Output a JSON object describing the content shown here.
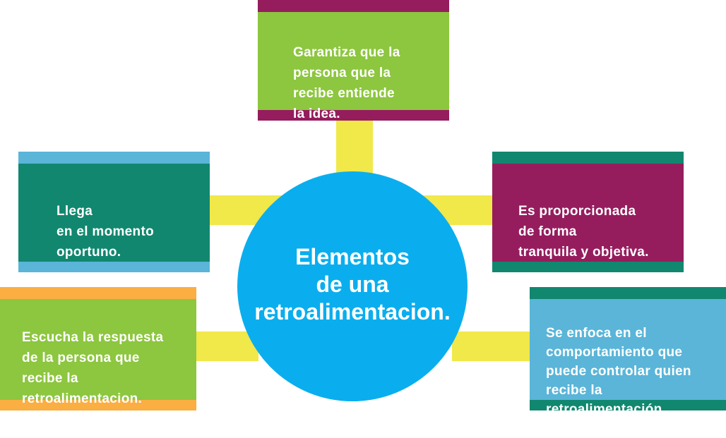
{
  "diagram": {
    "center": {
      "title": "Elementos\nde una\nretroalimentacion."
    },
    "boxes": {
      "top": {
        "text": "Garantiza que la\npersona que la\nrecibe entiende\nla idea.",
        "fill": "#8dc63f",
        "band": "#951d5e"
      },
      "left": {
        "text": "Llega\nen el momento\noportuno.",
        "fill": "#11876f",
        "band": "#5ab5d8"
      },
      "right": {
        "text": "Es proporcionada\nde forma\ntranquila y objetiva.",
        "fill": "#951d5e",
        "band": "#11876f"
      },
      "bottom_left": {
        "text": "Escucha la respuesta\nde la persona que\nrecibe la\nretroalimentacion.",
        "fill": "#8dc63f",
        "band": "#fbae42"
      },
      "bottom_right": {
        "text": "Se enfoca en el\ncomportamiento que\npuede controlar quien\nrecibe la\nretroalimentación.",
        "fill": "#5ab5d8",
        "band": "#11876f"
      }
    },
    "colors": {
      "connector": "#f1e84a",
      "circle": "#0aaeee"
    }
  }
}
